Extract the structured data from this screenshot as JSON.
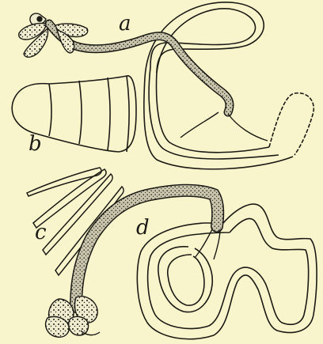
{
  "figure": {
    "labels": {
      "a": "a",
      "b": "b",
      "c": "c",
      "d": "d"
    }
  },
  "colors": {
    "background": "#f8f5cc",
    "ink": "#1b1a14",
    "tube_fill": "#bdb9a3"
  }
}
